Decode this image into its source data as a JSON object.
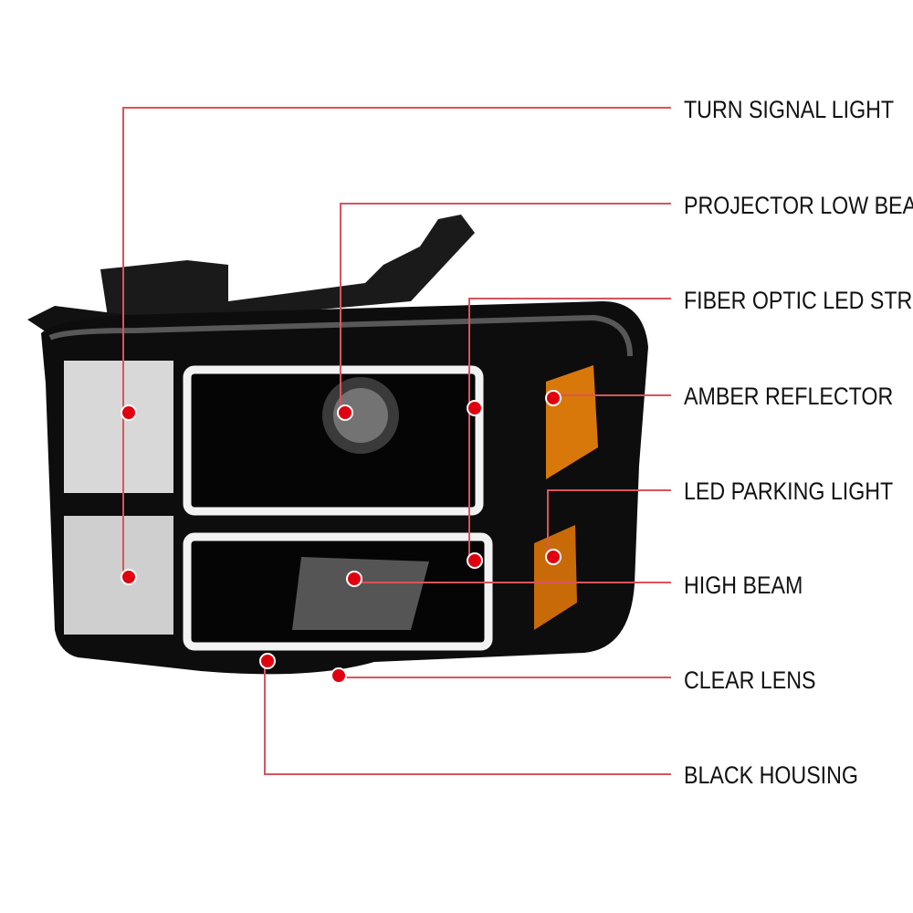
{
  "colors": {
    "leader_line": "#d9545c",
    "dot": "#e0000f",
    "housing": "#0d0d0d",
    "amber": "#d9780a",
    "led_strip": "#f2f2f2"
  },
  "callouts": [
    {
      "label": "TURN SIGNAL LIGHT"
    },
    {
      "label": "PROJECTOR LOW BEAM"
    },
    {
      "label": "FIBER OPTIC LED STRIP"
    },
    {
      "label": "AMBER REFLECTOR"
    },
    {
      "label": "LED PARKING LIGHT"
    },
    {
      "label": "HIGH BEAM"
    },
    {
      "label": "CLEAR LENS"
    },
    {
      "label": "BLACK HOUSING"
    }
  ]
}
